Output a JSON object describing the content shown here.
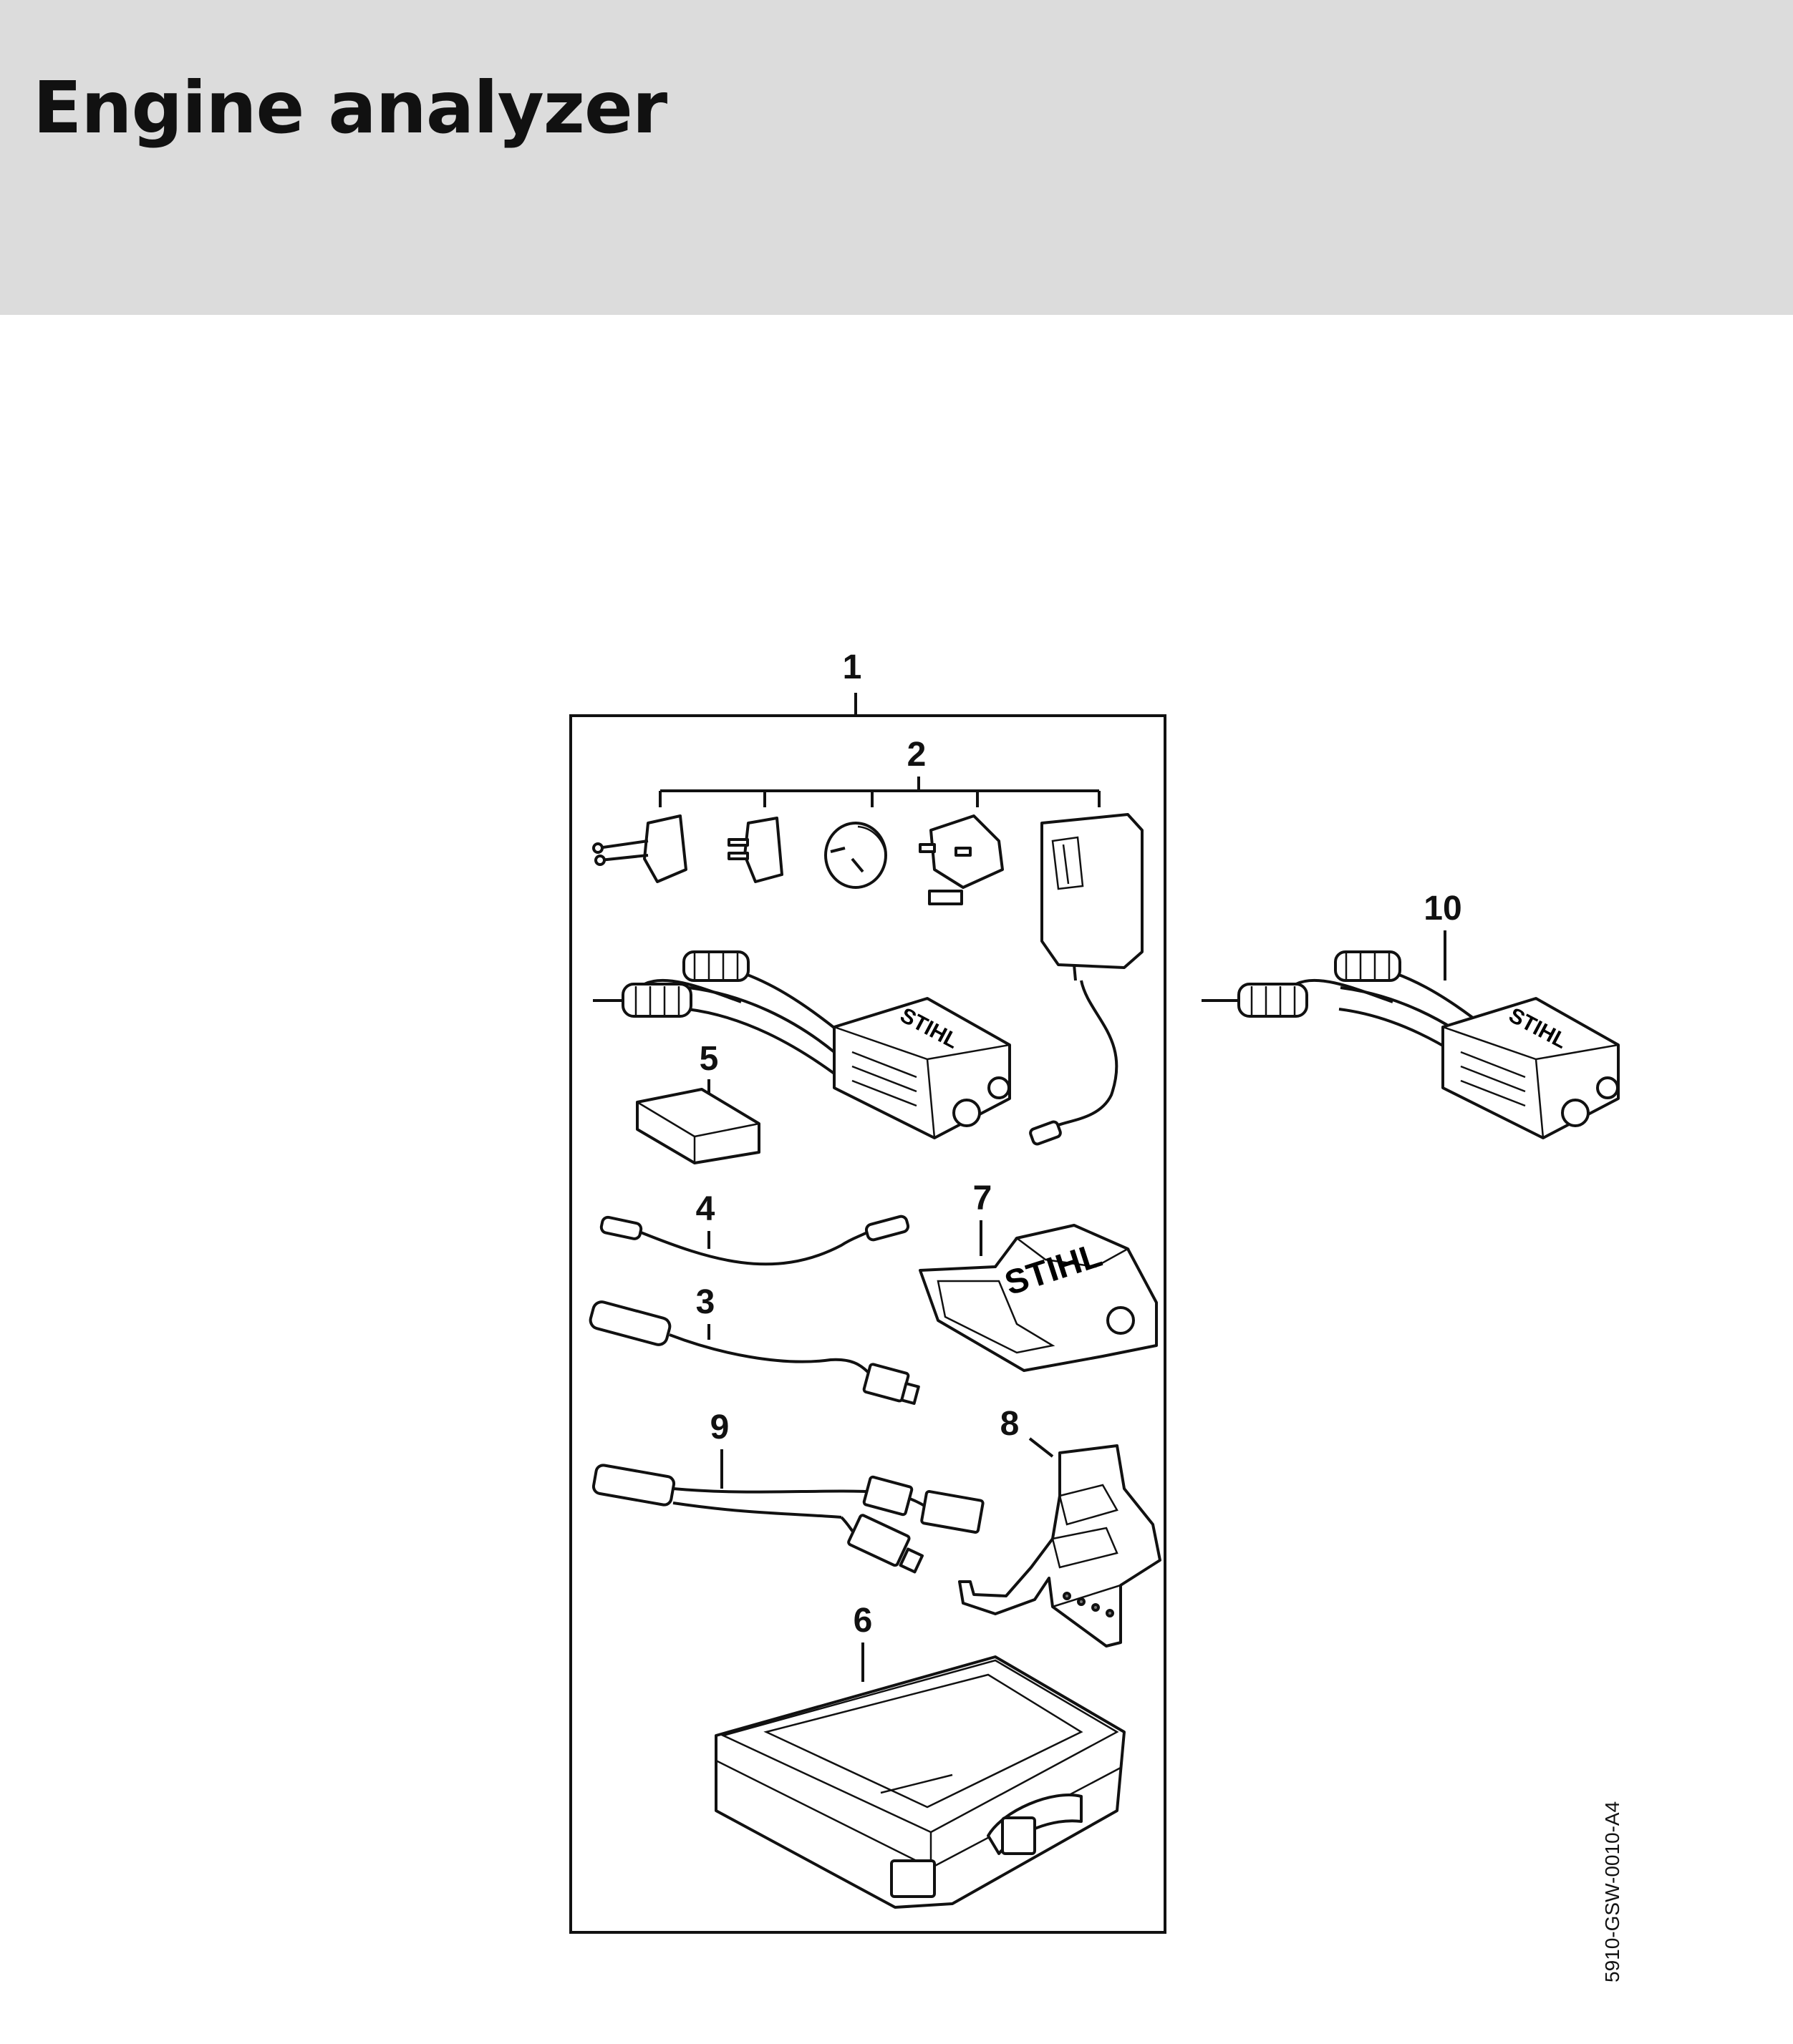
{
  "header": {
    "title": "Engine analyzer",
    "background": "#dcdcdc"
  },
  "callouts": {
    "c1": "1",
    "c2": "2",
    "c3": "3",
    "c4": "4",
    "c5": "5",
    "c6": "6",
    "c7": "7",
    "c8": "8",
    "c9": "9",
    "c10": "10"
  },
  "brand_marks": {
    "logo_a": "STIHL",
    "logo_b": "STIHL",
    "logo_c": "STIHL"
  },
  "doc_code": "5910-GSW-0010-A4"
}
